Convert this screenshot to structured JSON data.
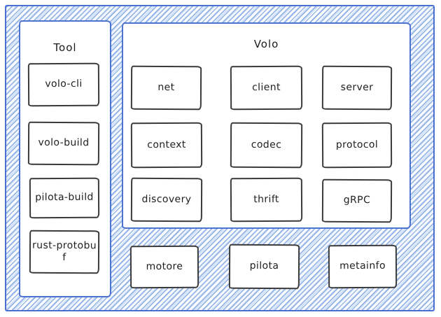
{
  "diagram": {
    "description": "Hand-drawn architecture diagram of the Volo framework",
    "colors": {
      "frame_border": "#4a6fd1",
      "panel_border": "#4d72d0",
      "hatch_line": "#7da2e2",
      "node_border": "#3a3a3a",
      "node_fill": "#ffffff",
      "text": "#1e1e1e"
    }
  },
  "tool_panel": {
    "title": "Tool",
    "boxes": [
      {
        "label": "volo-cli"
      },
      {
        "label": "volo-build"
      },
      {
        "label": "pilota-build"
      },
      {
        "label": "rust-protobuf"
      }
    ]
  },
  "volo_panel": {
    "title": "Volo",
    "boxes": [
      {
        "label": "net"
      },
      {
        "label": "client"
      },
      {
        "label": "server"
      },
      {
        "label": "context"
      },
      {
        "label": "codec"
      },
      {
        "label": "protocol"
      },
      {
        "label": "discovery"
      },
      {
        "label": "thrift"
      },
      {
        "label": "gRPC"
      }
    ]
  },
  "bottom_row": {
    "boxes": [
      {
        "label": "motore"
      },
      {
        "label": "pilota"
      },
      {
        "label": "metainfo"
      }
    ]
  }
}
